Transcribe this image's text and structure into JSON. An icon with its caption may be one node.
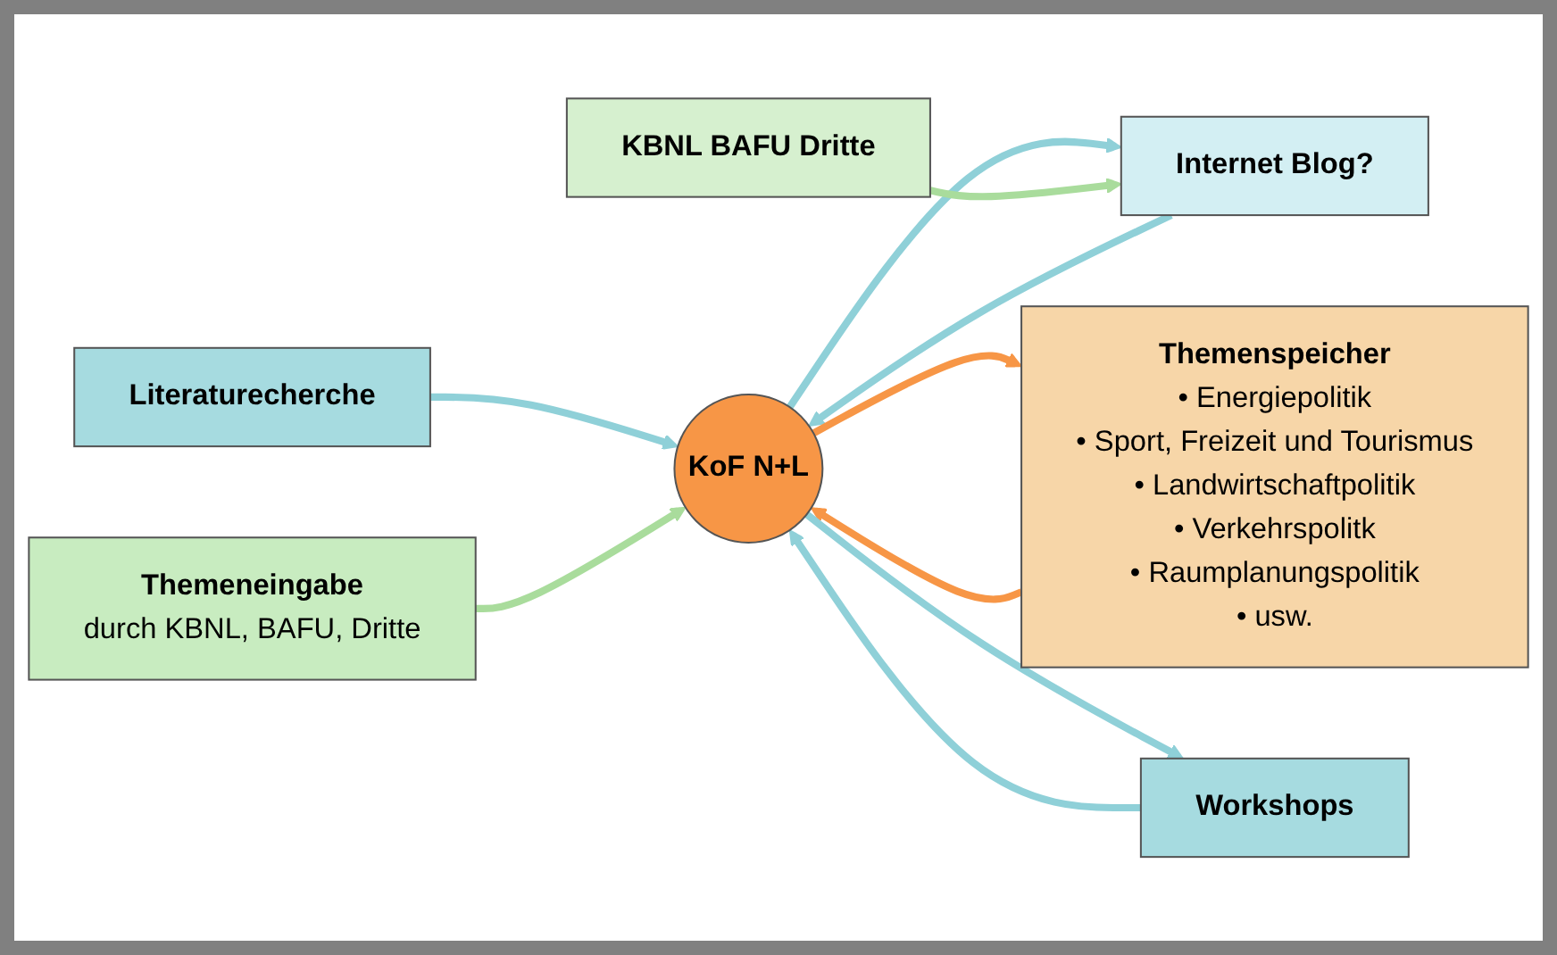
{
  "diagram": {
    "nodes": [
      {
        "text": [
          "Literaturecherche"
        ]
      },
      {
        "text": [
          "Themeneingabe",
          "durch KBNL, BAFU, Dritte"
        ]
      },
      {
        "text": [
          "Internet Blog?"
        ]
      },
      {
        "text": [
          "KoF N+L"
        ]
      },
      {
        "text": [
          "Themenspeicher",
          "• Energiepolitik",
          "• Sport, Freizeit und Tourismus",
          "• Landwirtschaftpolitik",
          "• Verkehrspolitk",
          "• Raumplanungspolitik",
          "• usw."
        ]
      },
      {
        "text": [
          "KBNL BAFU Dritte"
        ]
      },
      {
        "text": [
          "Workshops"
        ]
      }
    ],
    "edges": [
      {
        "from": 0,
        "to": 3,
        "arrow": "to"
      },
      {
        "from": 1,
        "to": 3,
        "arrow": "to",
        "color": "#a9dc9c"
      },
      {
        "from": 2,
        "to": 3,
        "arrow": "to"
      },
      {
        "from": 3,
        "to": 2,
        "arrow": "to"
      },
      {
        "from": 3,
        "to": 4,
        "arrow": "to",
        "color": "#f79646"
      },
      {
        "from": 4,
        "to": 3,
        "arrow": "to",
        "color": "#f79646"
      },
      {
        "from": 5,
        "to": 2,
        "arrow": "to",
        "color": "#a9dc9c"
      },
      {
        "from": 3,
        "to": 6,
        "arrow": "to"
      },
      {
        "from": 6,
        "to": 3,
        "arrow": "to"
      }
    ]
  }
}
